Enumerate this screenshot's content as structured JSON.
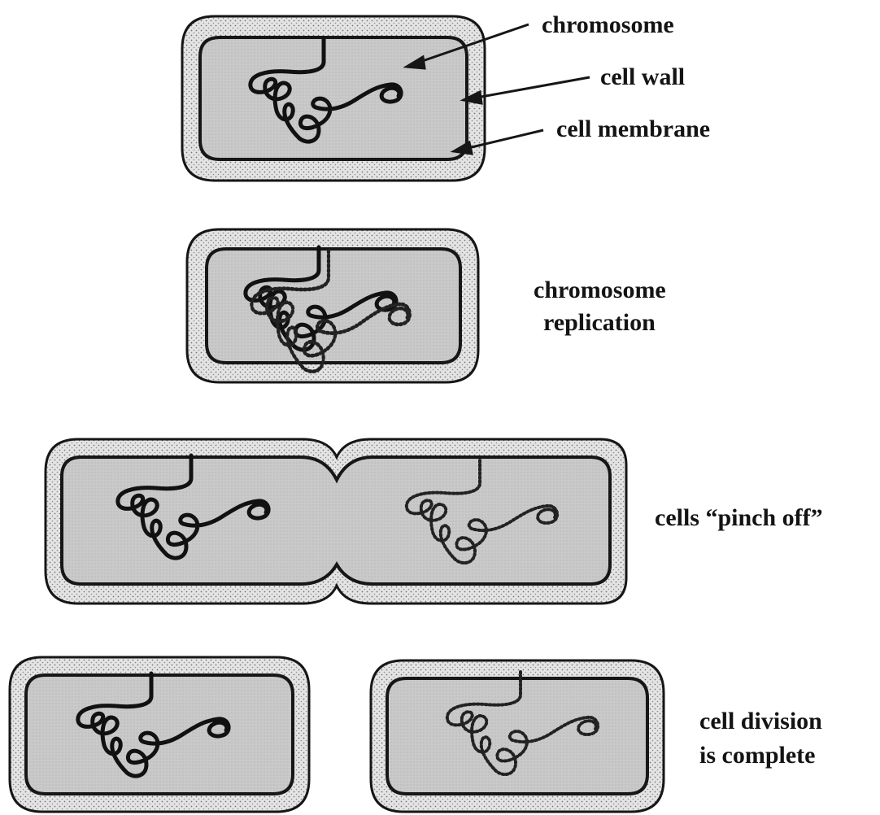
{
  "labels": {
    "chromosome": "chromosome",
    "cell_wall": "cell wall",
    "cell_membrane": "cell membrane",
    "stage2_line1": "chromosome",
    "stage2_line2": "replication",
    "stage3": "cells “pinch off”",
    "stage4_line1": "cell division",
    "stage4_line2": "is complete"
  },
  "colors": {
    "wall_fill": "#e2e2e2",
    "cytoplasm_fill": "#c9c9c9",
    "outline": "#161616",
    "text": "#141414"
  }
}
